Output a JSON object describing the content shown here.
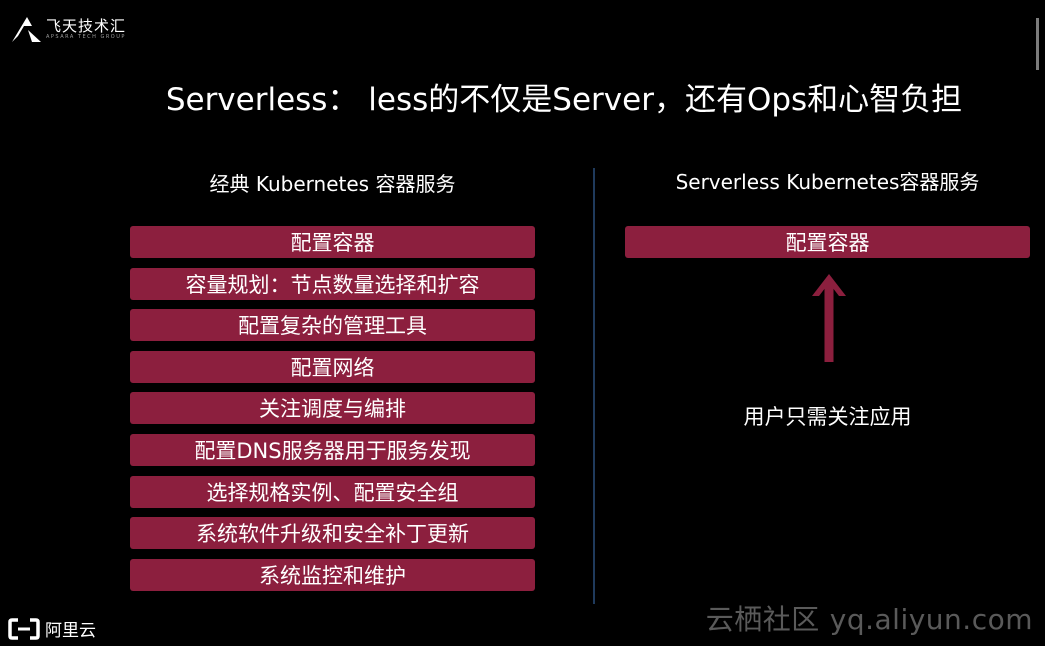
{
  "header": {
    "brand_name": "飞天技术汇",
    "brand_sub": "APSARA TECH GROUP"
  },
  "slide": {
    "title": "Serverless： less的不仅是Server，还有Ops和心智负担"
  },
  "left_column": {
    "heading": "经典 Kubernetes 容器服务",
    "tasks": [
      "配置容器",
      "容量规划：节点数量选择和扩容",
      "配置复杂的管理工具",
      "配置网络",
      "关注调度与编排",
      "配置DNS服务器用于服务发现",
      "选择规格实例、配置安全组",
      "系统软件升级和安全补丁更新",
      "系统监控和维护"
    ]
  },
  "right_column": {
    "heading": "Serverless Kubernetes容器服务",
    "task": "配置容器",
    "arrow_icon": "up-arrow-icon",
    "note": "用户只需关注应用"
  },
  "footer": {
    "brand_name": "阿里云",
    "watermark_cn": "云栖社区",
    "watermark_url": "yq.aliyun.com"
  },
  "colors": {
    "background": "#000000",
    "bar": "#8c1f3e",
    "divider": "#1f3a5c",
    "text": "#ffffff",
    "watermark": "#5a5a5a"
  }
}
